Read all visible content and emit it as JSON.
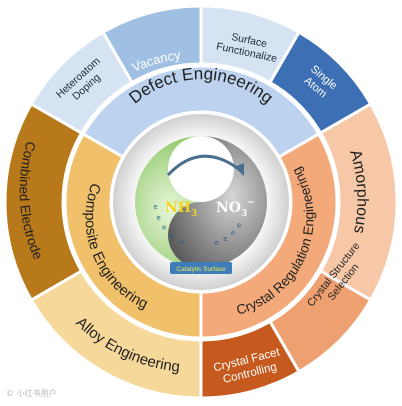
{
  "center": {
    "reactant": "NH",
    "reactant_sub": "3",
    "product": "NO",
    "product_sub": "3",
    "product_sup": "−",
    "catalyst": "Catalytic Surface",
    "electrons": [
      "e",
      "e",
      "e",
      "e",
      "e"
    ],
    "electrons_right": [
      "e",
      "e",
      "e",
      "e"
    ],
    "ions": "e⁻"
  },
  "middle_ring": [
    {
      "id": "defect",
      "label": "Defect Engineering"
    },
    {
      "id": "crystal",
      "label": "Crystal Regulation Engineering"
    },
    {
      "id": "composite",
      "label": "Composite Engineering"
    }
  ],
  "outer_ring": [
    {
      "id": "vacancy",
      "label": "Vacancy"
    },
    {
      "id": "surface",
      "lines": [
        "Surface",
        "Functionalize"
      ]
    },
    {
      "id": "single-atom",
      "lines": [
        "Single",
        "Atom"
      ]
    },
    {
      "id": "heteroatom",
      "lines": [
        "Heteroatom",
        "Doping"
      ]
    },
    {
      "id": "amorphous",
      "label": "Amorphous"
    },
    {
      "id": "crystal-structure",
      "lines": [
        "Crystal Structure",
        "Selection"
      ]
    },
    {
      "id": "crystal-facet",
      "lines": [
        "Crystal Facet",
        "Controlling"
      ]
    },
    {
      "id": "alloy",
      "label": "Alloy Engineering"
    },
    {
      "id": "combined",
      "label": "Combined Electrode"
    }
  ],
  "watermark": "© 小红书用户",
  "colors": {
    "blue_light": "#d6e3f2",
    "blue_mid": "#9fbfe3",
    "blue_dark": "#3d6fb5",
    "orange_light": "#f6c8a8",
    "orange_mid": "#eea070",
    "orange_dark": "#c65a1e",
    "gold_light": "#f6d99a",
    "gold_mid": "#e6ad4a",
    "gold_dark": "#b8791b",
    "middle_blue": "#bcd2ee",
    "middle_orange": "#f3a97a",
    "middle_gold": "#f0c06a",
    "center_green": "#a5d67e",
    "center_grey": "#7b7b7b"
  }
}
